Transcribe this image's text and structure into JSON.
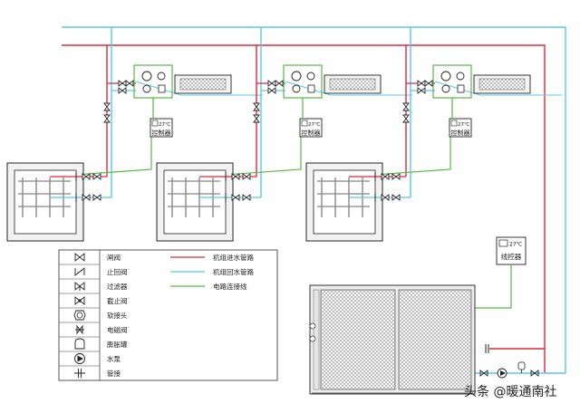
{
  "colors": {
    "supply": "#e0283c",
    "return": "#5ac8e6",
    "electric": "#58b848",
    "line": "#222222",
    "ahu_fill": "#f4f4f4",
    "indoor_fill": "#f2f2f2"
  },
  "controllers": [
    {
      "temp": "27℃",
      "label": "控制器"
    },
    {
      "temp": "27℃",
      "label": "控制器"
    },
    {
      "temp": "27℃",
      "label": "控制器"
    }
  ],
  "line_controller": {
    "temp": "27℃",
    "label": "线控器"
  },
  "legend": {
    "symbols": [
      {
        "icon": "gate-valve-icon",
        "label": "闸阀"
      },
      {
        "icon": "check-valve-icon",
        "label": "止回阀"
      },
      {
        "icon": "filter-icon",
        "label": "过滤器"
      },
      {
        "icon": "stop-valve-icon",
        "label": "截止阀"
      },
      {
        "icon": "soft-joint-icon",
        "label": "软接头"
      },
      {
        "icon": "solenoid-valve-icon",
        "label": "电磁阀"
      },
      {
        "icon": "expansion-tank-icon",
        "label": "膨胀罐"
      },
      {
        "icon": "water-pump-icon",
        "label": "水泵"
      },
      {
        "icon": "pipe-sleeve-icon",
        "label": "管接"
      }
    ],
    "lines": [
      {
        "color": "#e0283c",
        "label": "机组进水管路"
      },
      {
        "color": "#5ac8e6",
        "label": "机组回水管路"
      },
      {
        "color": "#58b848",
        "label": "电路连接线"
      }
    ]
  },
  "watermark": "头条 @暖通南社"
}
